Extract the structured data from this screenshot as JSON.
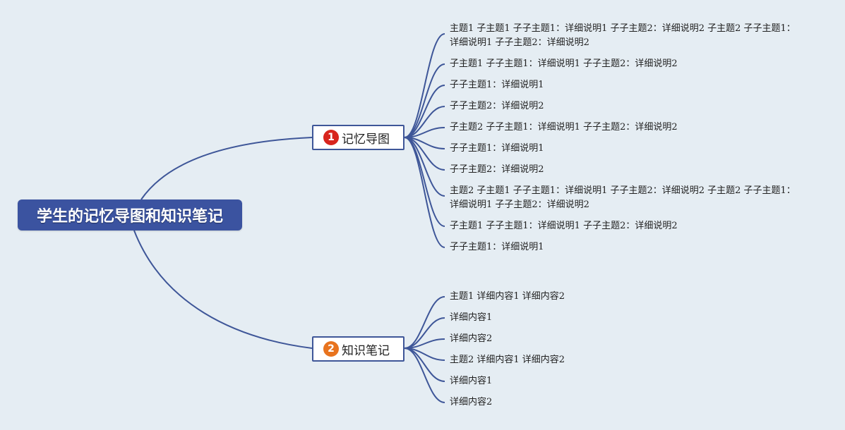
{
  "colors": {
    "background": "#e5edf3",
    "root_fill": "#3b53a0",
    "connector": "#3e5698",
    "badge_1": "#d8251d",
    "badge_2": "#e8731e"
  },
  "root": {
    "label": "学生的记忆导图和知识笔记"
  },
  "branches": [
    {
      "badge": "1",
      "label": "记忆导图",
      "children": [
        "主题1 子主题1 子子主题1：详细说明1 子子主题2：详细说明2 子主题2 子子主题1：详细说明1 子子主题2：详细说明2",
        "子主题1 子子主题1：详细说明1 子子主题2：详细说明2",
        "子子主题1：详细说明1",
        "子子主题2：详细说明2",
        "子主题2 子子主题1：详细说明1 子子主题2：详细说明2",
        "子子主题1：详细说明1",
        "子子主题2：详细说明2",
        "主题2 子主题1 子子主题1：详细说明1 子子主题2：详细说明2 子主题2 子子主题1：详细说明1 子子主题2：详细说明2",
        "子主题1 子子主题1：详细说明1 子子主题2：详细说明2",
        "子子主题1：详细说明1"
      ]
    },
    {
      "badge": "2",
      "label": "知识笔记",
      "children": [
        "主题1 详细内容1 详细内容2",
        "详细内容1",
        "详细内容2",
        "主题2 详细内容1 详细内容2",
        "详细内容1",
        "详细内容2"
      ]
    }
  ]
}
